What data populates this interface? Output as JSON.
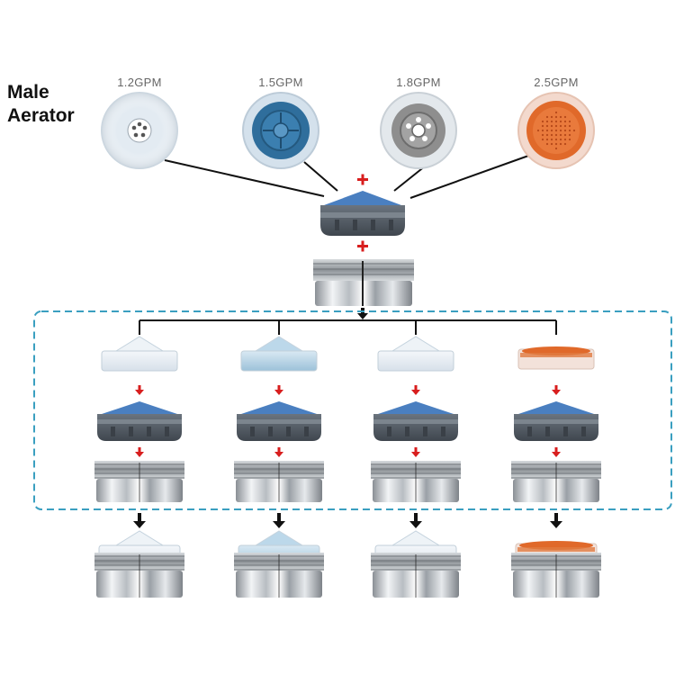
{
  "title": {
    "line1": "Male",
    "line2": "Aerator"
  },
  "flow_rates": [
    "1.2GPM",
    "1.5GPM",
    "1.8GPM",
    "2.5GPM"
  ],
  "colors": {
    "insert_1_2": "#c9dbe8",
    "insert_1_5": "#2f6e9c",
    "insert_1_8": "#8e8e8e",
    "insert_2_5": "#e0692a",
    "housing": "#5a636d",
    "housing_top": "#4a7fc0",
    "dashed_box": "#3a9fc0",
    "plus": "#d81e1e",
    "arrow_red": "#d81e1e",
    "arrow_black": "#111111"
  }
}
